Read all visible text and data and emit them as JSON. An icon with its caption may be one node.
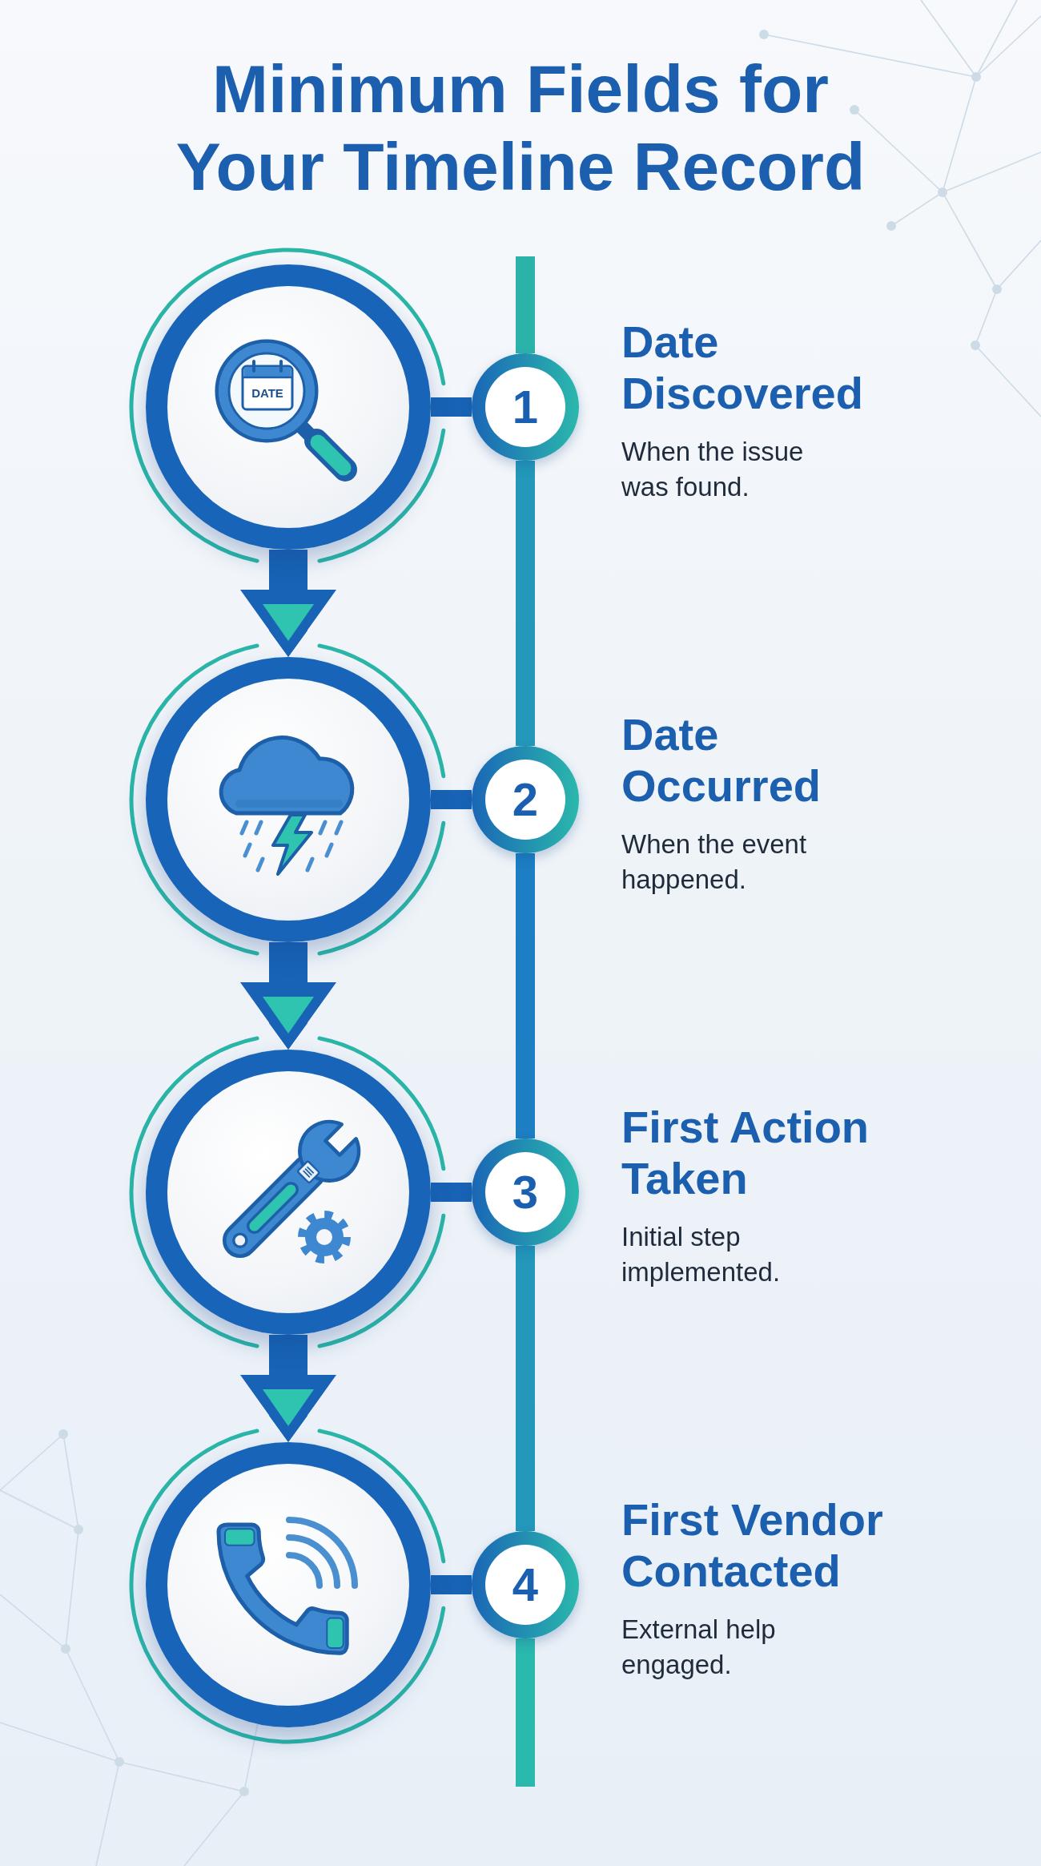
{
  "diagram": {
    "title": "Minimum Fields for Your Timeline Record",
    "nodes": [
      {
        "text": [],
        "shape": "circle"
      },
      {
        "text": [
          "1"
        ],
        "beside": [
          "Date Discovered",
          "When the issue was found."
        ]
      },
      {
        "text": [],
        "shape": "circle"
      },
      {
        "text": [
          "2"
        ],
        "beside": [
          "Date Occurred",
          "When the event happened."
        ]
      },
      {
        "text": [],
        "shape": "circle"
      },
      {
        "text": [
          "3"
        ],
        "beside": [
          "First Action Taken",
          "Initial step implemented."
        ]
      },
      {
        "text": [],
        "shape": "circle"
      },
      {
        "text": [
          "4"
        ],
        "beside": [
          "First Vendor Contacted",
          "External help engaged."
        ]
      }
    ],
    "edges": [
      {
        "from": null,
        "to": 1,
        "arrow": "none",
        "color": "#2bb3aa"
      },
      {
        "from": 0,
        "to": 1,
        "arrow": "none"
      },
      {
        "from": 0,
        "to": 2,
        "arrow": "to",
        "style": "thick"
      },
      {
        "from": 1,
        "to": 3,
        "arrow": "none",
        "color": "#2398bb"
      },
      {
        "from": 2,
        "to": 3,
        "arrow": "none"
      },
      {
        "from": 2,
        "to": 4,
        "arrow": "to",
        "style": "thick"
      },
      {
        "from": 3,
        "to": 5,
        "arrow": "none",
        "color": "#1d7ec4"
      },
      {
        "from": 4,
        "to": 5,
        "arrow": "none"
      },
      {
        "from": 4,
        "to": 6,
        "arrow": "to",
        "style": "thick"
      },
      {
        "from": 5,
        "to": 7,
        "arrow": "none",
        "color": "#2398bb"
      },
      {
        "from": 6,
        "to": 7,
        "arrow": "none"
      },
      {
        "from": 7,
        "to": null,
        "arrow": "none",
        "color": "#2bb8ad"
      }
    ],
    "labels": [
      "DATE"
    ]
  }
}
